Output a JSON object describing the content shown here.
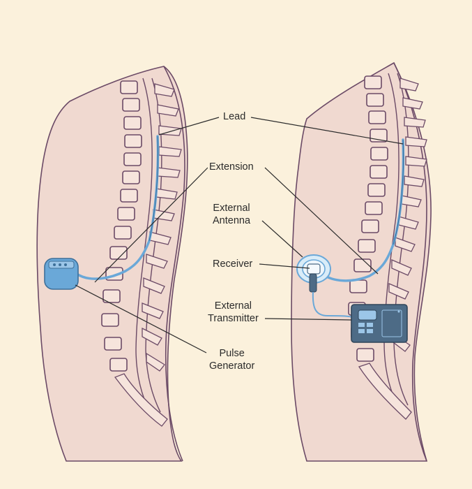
{
  "labels": {
    "lead": "Lead",
    "extension": "Extension",
    "external_antenna_line1": "External",
    "external_antenna_line2": "Antenna",
    "receiver": "Receiver",
    "external_transmitter_line1": "External",
    "external_transmitter_line2": "Transmitter",
    "pulse_generator_line1": "Pulse",
    "pulse_generator_line2": "Generator"
  },
  "colors": {
    "background": "#fbf1dc",
    "body_fill": "#f0d9d0",
    "outline": "#6b4a66",
    "device_blue": "#6aa8d8",
    "device_dark": "#4d6b86",
    "leader_line": "#2b2b2b"
  }
}
